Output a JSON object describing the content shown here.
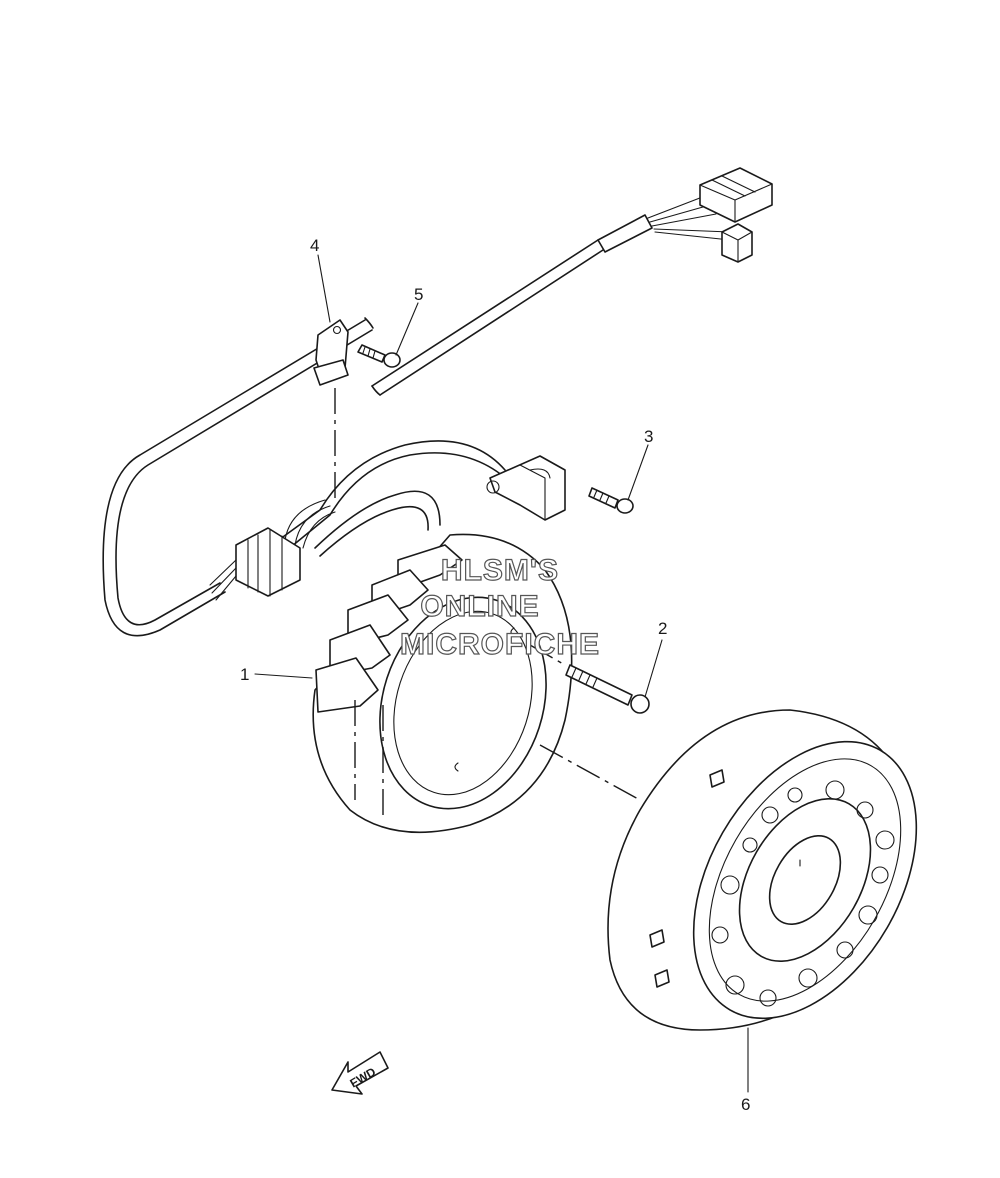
{
  "watermark": {
    "line1": "HLSM'S",
    "line2": "ONLINE",
    "line3": "MICROFICHE"
  },
  "direction_marker": "FWD",
  "callouts": [
    "1",
    "2",
    "3",
    "4",
    "5",
    "6"
  ]
}
